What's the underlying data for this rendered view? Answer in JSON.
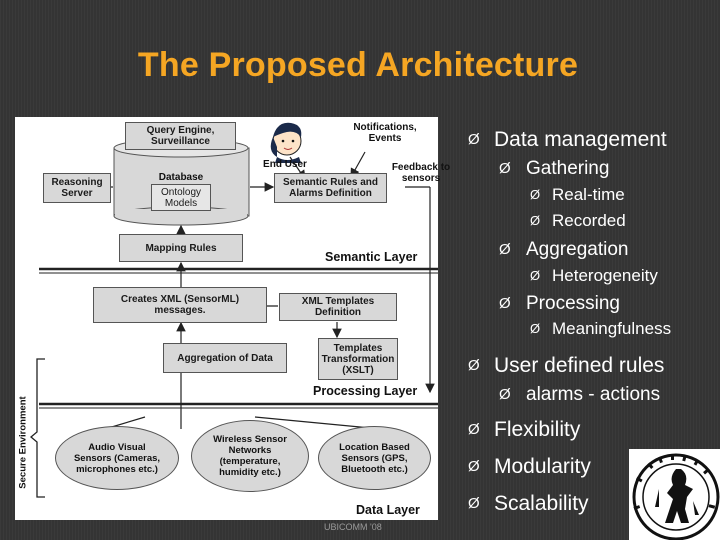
{
  "title": "The Proposed Architecture",
  "diagram": {
    "query_engine": "Query Engine,\nSurveillance",
    "notifications": "Notifications,\nEvents",
    "end_user": "End User",
    "feedback": "Feedback to\nsensors",
    "reasoning_server": "Reasoning\nServer",
    "database": "Database",
    "ontology": "Ontology\nModels",
    "semantic_rules": "Semantic Rules and\nAlarms Definition",
    "mapping_rules": "Mapping Rules",
    "semantic_layer": "Semantic Layer",
    "creates_xml": "Creates XML (SensorML)\nmessages.",
    "xml_templates": "XML Templates\nDefinition",
    "aggregation": "Aggregation of Data",
    "templates_transformation": "Templates\nTransformation\n(XSLT)",
    "processing_layer": "Processing Layer",
    "secure_env": "Secure Environment",
    "audio_visual": "Audio Visual\nSensors (Cameras,\nmicrophones etc.)",
    "wireless": "Wireless Sensor\nNetworks\n(temperature,\nhumidity etc.)",
    "location": "Location Based\nSensors (GPS,\nBluetooth etc.)",
    "data_layer": "Data Layer"
  },
  "bullets": [
    {
      "text": "Data management",
      "level": 1
    },
    {
      "text": "Gathering",
      "level": 2
    },
    {
      "text": "Real-time",
      "level": 3
    },
    {
      "text": "Recorded",
      "level": 3
    },
    {
      "text": "Aggregation",
      "level": 2
    },
    {
      "text": "Heterogeneity",
      "level": 3
    },
    {
      "text": "Processing",
      "level": 2
    },
    {
      "text": "Meaningfulness",
      "level": 3
    },
    {
      "text": "User defined rules",
      "level": 1
    },
    {
      "text": "alarms - actions",
      "level": 2
    },
    {
      "text": "Flexibility",
      "level": 1
    },
    {
      "text": "Modularity",
      "level": 1
    },
    {
      "text": "Scalability",
      "level": 1
    }
  ],
  "bullet_marker": "Ø",
  "footer": "UBICOMM '08",
  "colors": {
    "title": "#f5a623",
    "background": "#373737",
    "box": "#d8d8d8"
  }
}
